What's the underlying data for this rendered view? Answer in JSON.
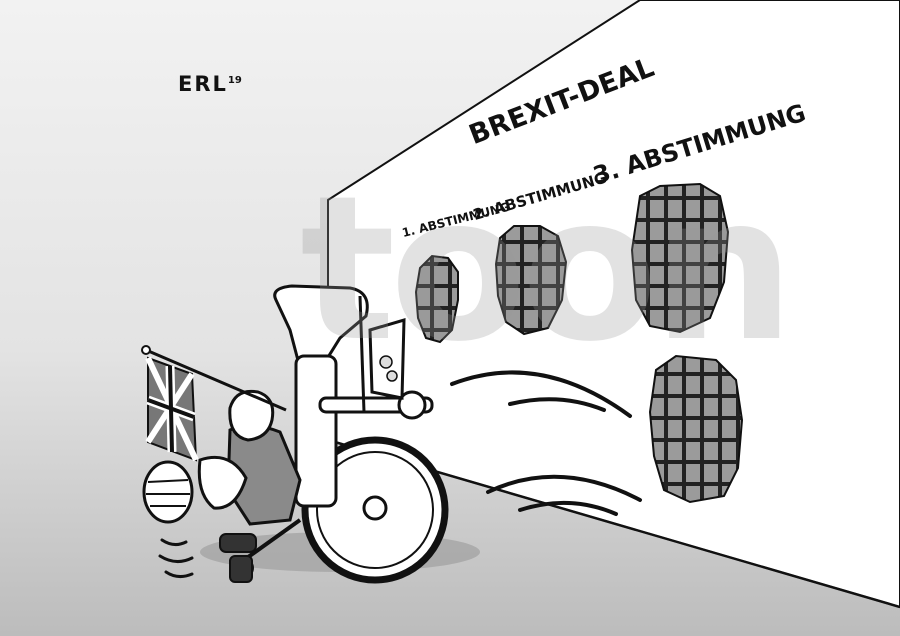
{
  "cartoon": {
    "signature": "ERL",
    "signature_year": "19",
    "wall": {
      "headline": "BREXIT-DEAL",
      "vote_labels": [
        "1. ABSTIMMUNG",
        "2. ABSTIMMUNG",
        "3. ABSTIMMUNG"
      ]
    },
    "watermark": "toon"
  },
  "colors": {
    "background_top": "#e6e6e6",
    "background_bottom": "#bdbdbd",
    "wall": "#ffffff",
    "ink": "#111111",
    "brick": "#9a9a9a",
    "floor_shadow": "#a8a8a8"
  },
  "icons": [
    "union-jack-flag-icon",
    "wheelchair-icon",
    "brick-hole-icon",
    "motion-lines-icon"
  ]
}
